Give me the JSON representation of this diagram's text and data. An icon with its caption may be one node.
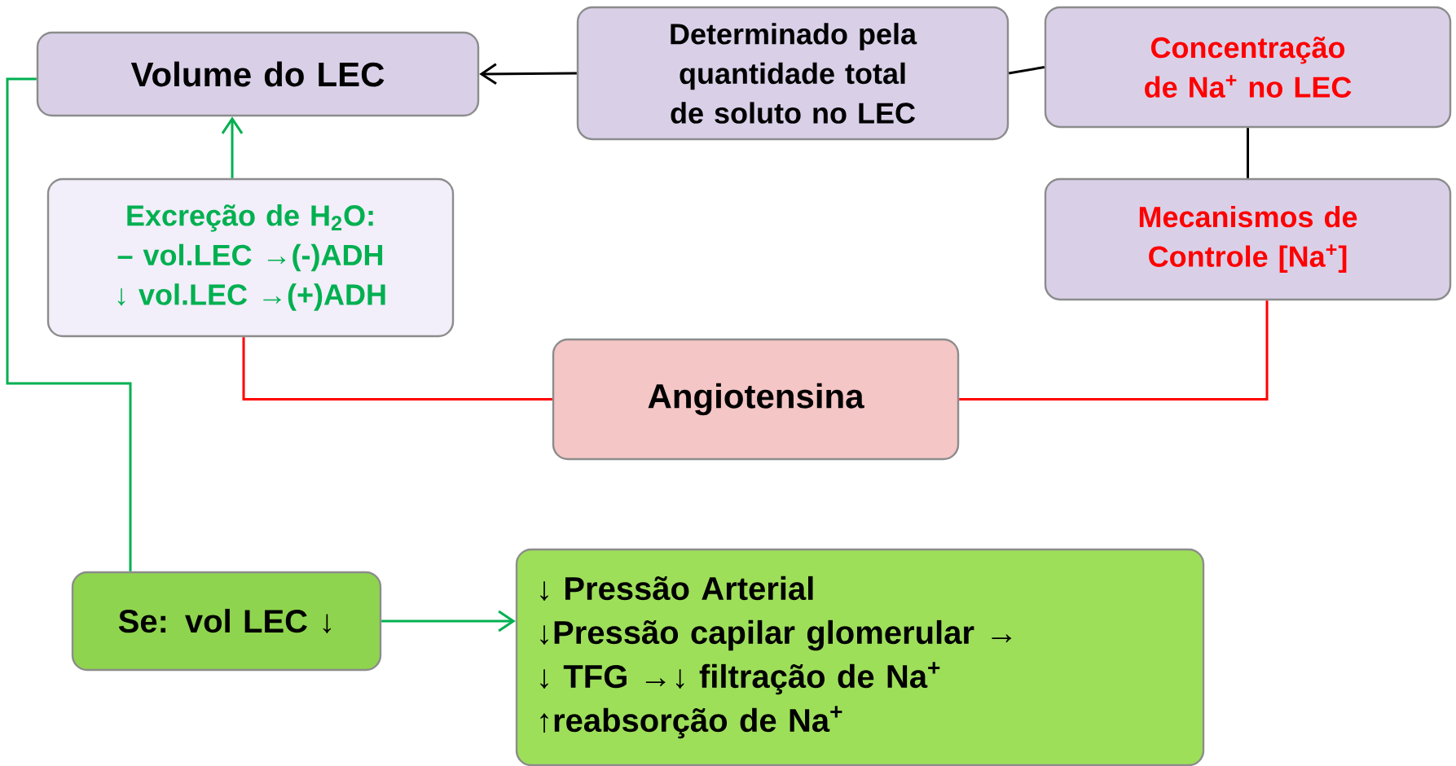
{
  "diagram": {
    "nodes": [
      {
        "text": [
          "Volume do LEC"
        ]
      },
      {
        "text": [
          "Determinado pela quantidade total de soluto  no LEC"
        ]
      },
      {
        "text": [
          "Concentração de Na$^{+}$ no LEC"
        ]
      },
      {
        "text": [
          "Excreção de H$_{2}$O:",
          "–   vol.LEC →(-)ADH",
          "↓ vol.LEC →(+)ADH"
        ]
      },
      {
        "text": [
          "Mecanismos de Controle [Na$^{+}$]"
        ]
      },
      {
        "text": [
          "Angiotensina"
        ]
      },
      {
        "text": [
          "Se: vol LEC ↓"
        ]
      },
      {
        "text": [
          "↓ Pressão Arterial",
          "↓Pressão capilar glomerular →",
          "↓ TFG →↓ filtração de Na$^{+}$",
          "↑reabsorção de Na$^{+}$"
        ]
      }
    ],
    "edges": [
      {
        "from": 1,
        "to": 0,
        "arrow": "to"
      },
      {
        "from": 2,
        "to": 1,
        "arrow": "none"
      },
      {
        "from": 2,
        "to": 4,
        "arrow": "none"
      },
      {
        "from": 3,
        "to": 0,
        "arrow": "to",
        "color": "#00b050"
      },
      {
        "from": 3,
        "to": 5,
        "arrow": "none",
        "color": "#ff0000"
      },
      {
        "from": 4,
        "to": 5,
        "arrow": "none",
        "color": "#ff0000"
      },
      {
        "from": 6,
        "to": 0,
        "arrow": "none",
        "color": "#00b050"
      },
      {
        "from": 6,
        "to": 7,
        "arrow": "to",
        "color": "#00b050"
      }
    ]
  }
}
